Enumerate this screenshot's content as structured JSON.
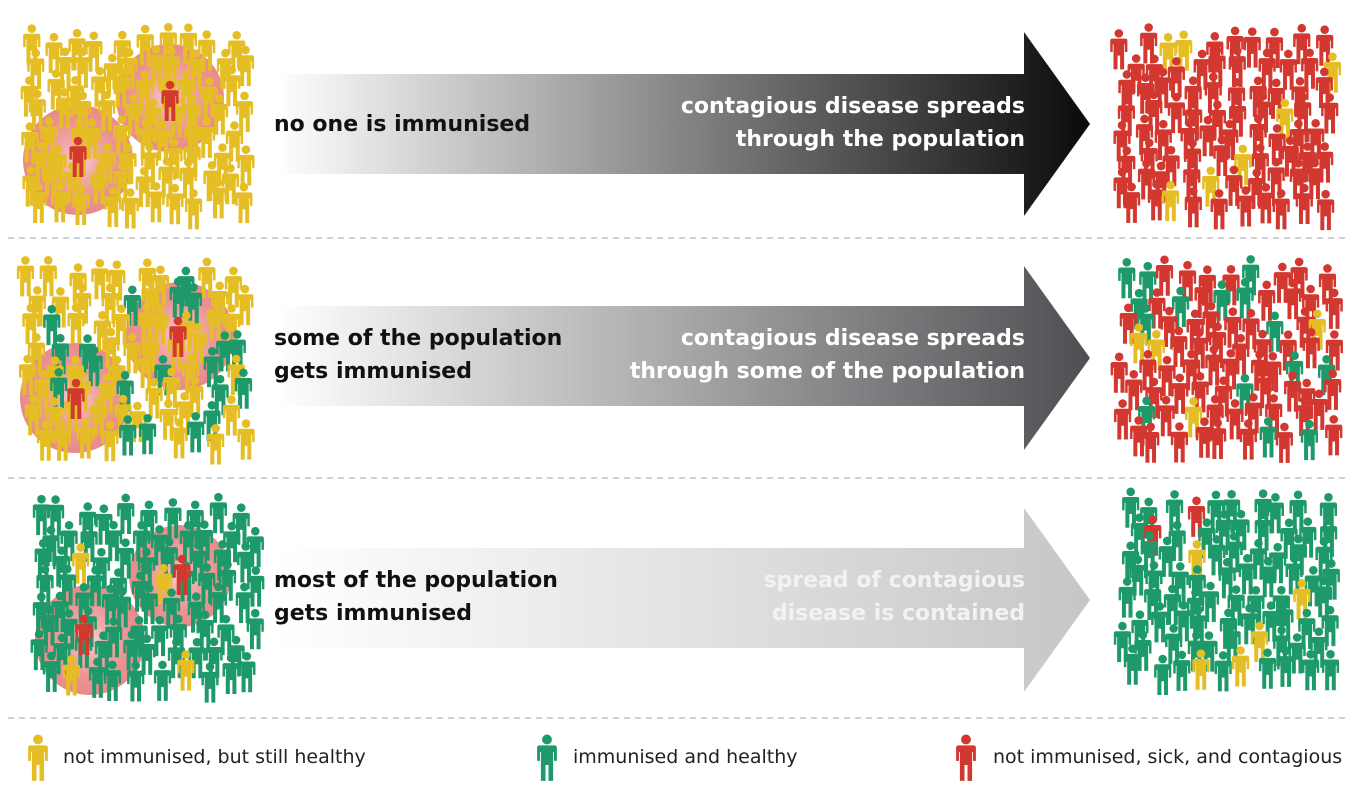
{
  "colors": {
    "unimmunised": "#E5BE25",
    "immunised": "#1E9A6A",
    "sick": "#D23830",
    "halo": "#EE9595",
    "divider": "#C4C4C4"
  },
  "icons": {
    "person": "person-icon",
    "contagion": "contagion-zone"
  },
  "rows": [
    {
      "label_lines": [
        "no one is immunised"
      ],
      "outcome_lines": [
        "contagious disease spreads",
        "through the population"
      ],
      "arrow_color": "#0A0A0A",
      "text_color": "#FFFFFF"
    },
    {
      "label_lines": [
        "some of the population",
        "gets immunised"
      ],
      "outcome_lines": [
        "contagious disease spreads",
        "through some of the population"
      ],
      "arrow_color": "#4E4F52",
      "text_color": "#FFFFFF"
    },
    {
      "label_lines": [
        "most of the population",
        "gets immunised"
      ],
      "outcome_lines": [
        "spread of contagious",
        "disease is contained"
      ],
      "arrow_color": "#C5C6C8",
      "text_color": "#F2F2F2"
    }
  ],
  "legend": [
    {
      "label": "not immunised, but still healthy",
      "status": "unimmunised"
    },
    {
      "label": "immunised and healthy",
      "status": "immunised"
    },
    {
      "label": "not immunised, sick, and contagious",
      "status": "sick"
    }
  ]
}
